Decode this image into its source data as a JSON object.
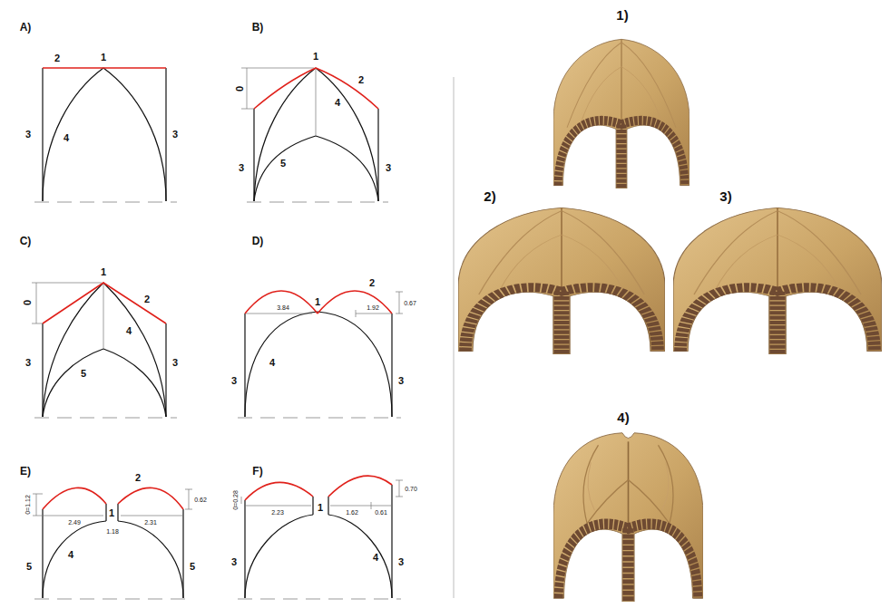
{
  "diagram": {
    "labels": [
      "A)",
      "2",
      "1",
      "3",
      "4",
      "3",
      "B)",
      "1",
      "0",
      "2",
      "4",
      "3",
      "5",
      "3",
      "C)",
      "1",
      "0",
      "2",
      "4",
      "3",
      "5",
      "3",
      "D)",
      "2",
      "0.67",
      "1",
      "3.84",
      "1.92",
      "4",
      "3",
      "3",
      "E)",
      "2",
      "0.62",
      "0=1.12",
      "1",
      "2.49",
      "1.18",
      "2.31",
      "5",
      "4",
      "5",
      "F)",
      "0=0.28",
      "0.70",
      "1",
      "2.23",
      "1.62",
      "0.61",
      "3",
      "4",
      "3",
      "1)",
      "2)",
      "3)",
      "4)"
    ]
  }
}
